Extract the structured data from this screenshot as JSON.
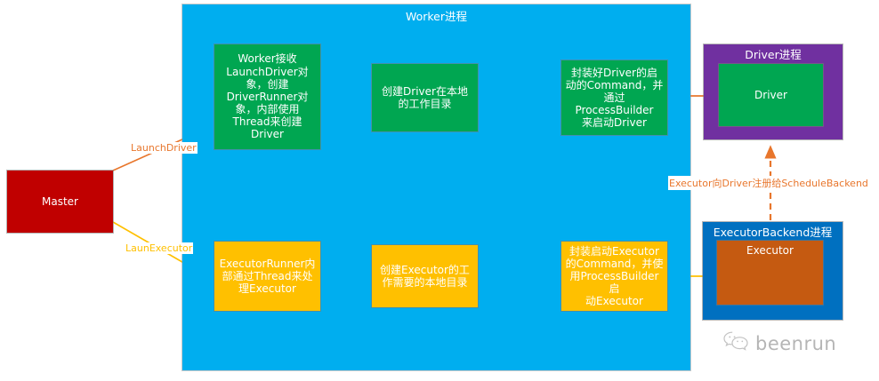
{
  "diagram": {
    "title_hidden": "",
    "worker_container": {
      "label": "Worker进程"
    },
    "master": {
      "label": "Master"
    },
    "driver_flow": [
      {
        "name": "worker-receive",
        "label": "Worker接收\nLaunchDriver对\n象，创建\nDriverRunner对\n象，内部使用\nThread来创建Driver"
      },
      {
        "name": "create-driver-dir",
        "label": "创建Driver在本地\n的工作目录"
      },
      {
        "name": "launch-driver-command",
        "label": "封装好Driver的启\n动的Command，并\n通过ProcessBuilder\n来启动Driver"
      }
    ],
    "executor_flow": [
      {
        "name": "executor-runner",
        "label": "ExecutorRunner内\n部通过Thread来处\n理Executor"
      },
      {
        "name": "create-executor-dir",
        "label": "创建Executor的工\n作需要的本地目录"
      },
      {
        "name": "launch-executor-command",
        "label": "封装启动Executor\n的Command，并使\n用ProcessBuilder启\n动Executor"
      }
    ],
    "driver_process": {
      "label": "Driver进程",
      "inner_label": "Driver"
    },
    "executor_backend_process": {
      "label": "ExecutorBackend进程",
      "inner_label": "Executor"
    },
    "edge_labels": {
      "launch_driver": "LaunchDriver",
      "laun_executor": "LaunExecutor",
      "register": "Executor向Driver注册给ScheduleBackend"
    },
    "watermark": {
      "text": "beenrun",
      "icon": "wechat-icon"
    },
    "colors": {
      "worker_container": "#00AEEF",
      "master": "#C00000",
      "green": "#00A651",
      "yellow": "#FFC000",
      "driver_process": "#7030A0",
      "executor_backend": "#0070C0",
      "executor_inner": "#C55A11",
      "orange_arrow": "#E8762C",
      "yellow_arrow": "#FFC000"
    }
  }
}
